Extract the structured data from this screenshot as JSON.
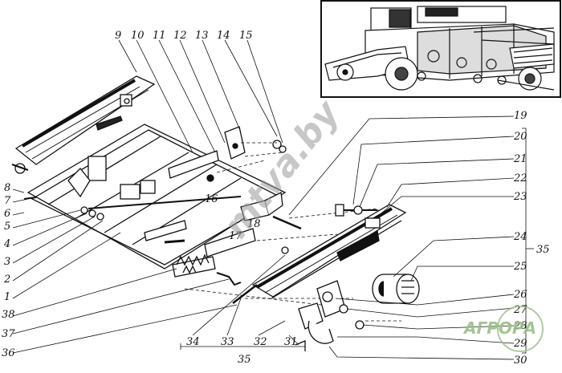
{
  "figure": {
    "callouts": [
      "1",
      "2",
      "3",
      "4",
      "5",
      "6",
      "7",
      "8",
      "9",
      "10",
      "11",
      "12",
      "13",
      "14",
      "15",
      "16",
      "17",
      "18",
      "19",
      "20",
      "21",
      "22",
      "23",
      "24",
      "25",
      "26",
      "27",
      "28",
      "29",
      "30",
      "31",
      "32",
      "33",
      "34",
      "35",
      "36",
      "37",
      "38"
    ],
    "group_label_right": "35",
    "group_label_bottom": "35"
  },
  "watermarks": {
    "site": "mtva.by",
    "brand": "АГРОРА"
  },
  "colors": {
    "ink": "#111111",
    "paper": "#ffffff",
    "watermark": "#9bbf86"
  }
}
